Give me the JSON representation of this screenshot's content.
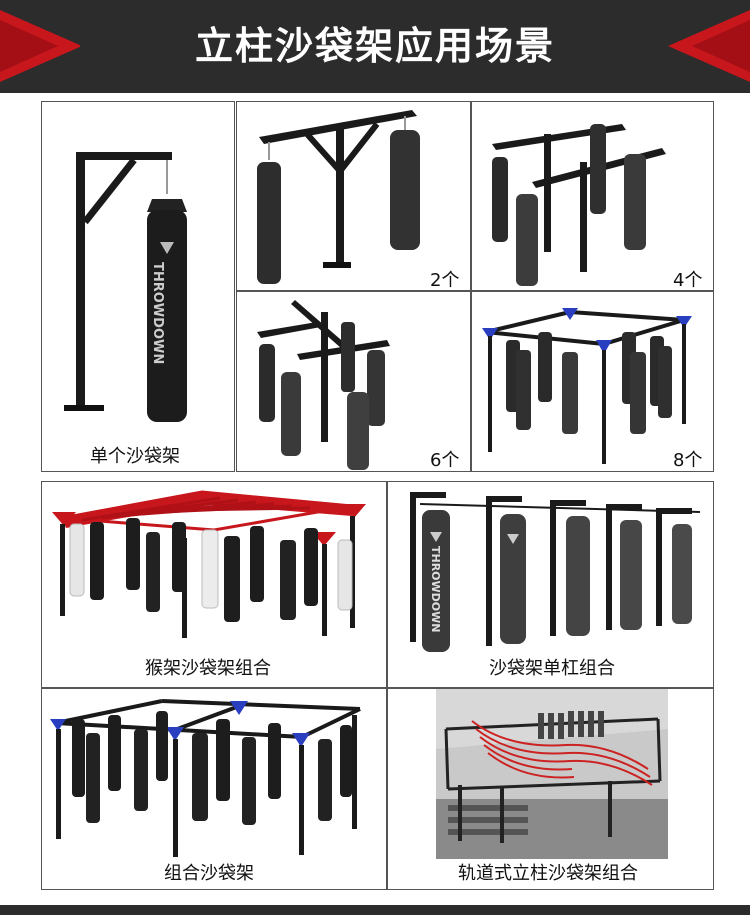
{
  "header": {
    "title": "立柱沙袋架应用场景",
    "accent_color": "#c8161d",
    "bg_color": "#2c2c2c"
  },
  "panels": {
    "single": {
      "caption": "单个沙袋架",
      "brand": "THROWDOWN"
    },
    "two": {
      "count": "2个"
    },
    "four": {
      "count": "4个"
    },
    "six": {
      "count": "6个"
    },
    "eight": {
      "count": "8个"
    },
    "monkey": {
      "caption": "猴架沙袋架组合"
    },
    "single_bar": {
      "caption": "沙袋架单杠组合",
      "brand": "THROWDOWN"
    },
    "combo": {
      "caption": "组合沙袋架"
    },
    "track": {
      "caption": "轨道式立柱沙袋架组合"
    }
  }
}
